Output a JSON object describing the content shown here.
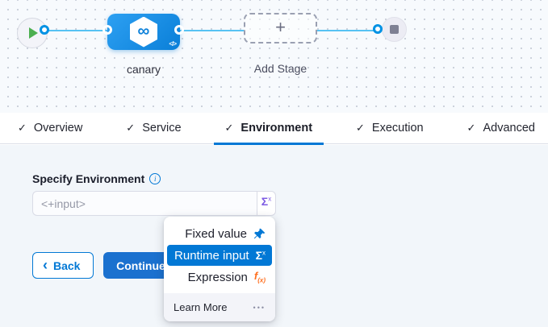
{
  "canvas": {
    "stage_label": "canary",
    "add_stage_label": "Add Stage",
    "icons": {
      "play_icon": "▶",
      "stop_icon": "■",
      "plus_icon": "+",
      "infinity_icon": "∞",
      "code_icon": "</>"
    }
  },
  "tabs": {
    "check_icon": "✓",
    "items": [
      {
        "label": "Overview",
        "active": false
      },
      {
        "label": "Service",
        "active": false
      },
      {
        "label": "Environment",
        "active": true
      },
      {
        "label": "Execution",
        "active": false
      },
      {
        "label": "Advanced",
        "active": false
      }
    ]
  },
  "form": {
    "label": "Specify Environment",
    "info_icon": "i",
    "input_value": "<+input>",
    "sigma_icon": "Σ",
    "sigma_sup": "x"
  },
  "dropdown": {
    "items": [
      {
        "label": "Fixed value",
        "icon": "pin-icon"
      },
      {
        "label": "Runtime input",
        "icon": "runtime-input-icon",
        "selected": true
      },
      {
        "label": "Expression",
        "icon": "expression-icon"
      }
    ],
    "sigma_icon": "Σ",
    "sigma_sup": "x",
    "fx_icon": "f",
    "fx_sub": "(x)",
    "footer": {
      "label": "Learn More",
      "ellipsis": "•••"
    }
  },
  "buttons": {
    "back_chevron": "‹",
    "back": "Back",
    "continue": "Continue"
  },
  "colors": {
    "primary_blue": "#0278d5",
    "edge_blue": "#57c2f3",
    "node_blue": "#0a7fd8",
    "runtime_purple": "#7d5be3",
    "expression_orange": "#ff7020",
    "play_green": "#4caf50",
    "content_bg": "#f2f6fa"
  }
}
